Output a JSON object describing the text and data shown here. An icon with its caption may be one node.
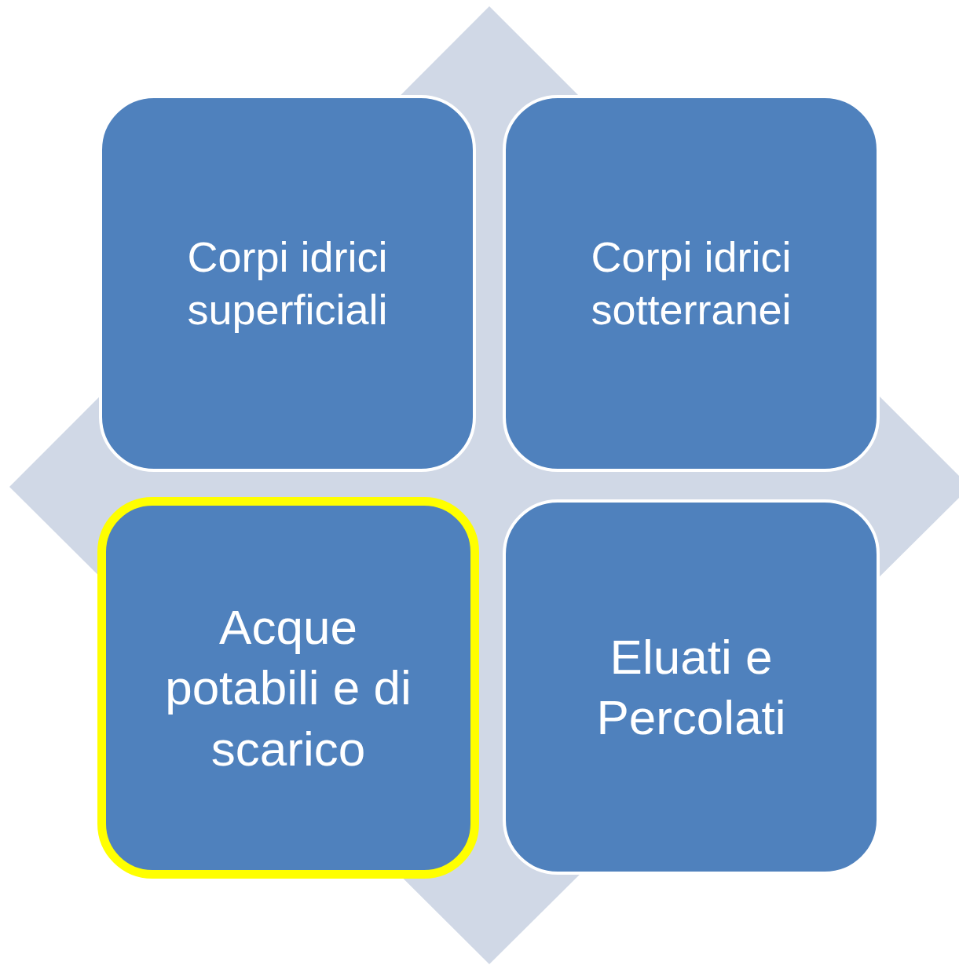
{
  "diagram": {
    "nodes": [
      {
        "text": [
          "Corpi idrici superficiali"
        ]
      },
      {
        "text": [
          "Corpi idrici sotterranei"
        ]
      },
      {
        "text": [
          "Acque potabili e di scarico"
        ]
      },
      {
        "text": [
          "Eluati e Percolati"
        ]
      }
    ]
  }
}
